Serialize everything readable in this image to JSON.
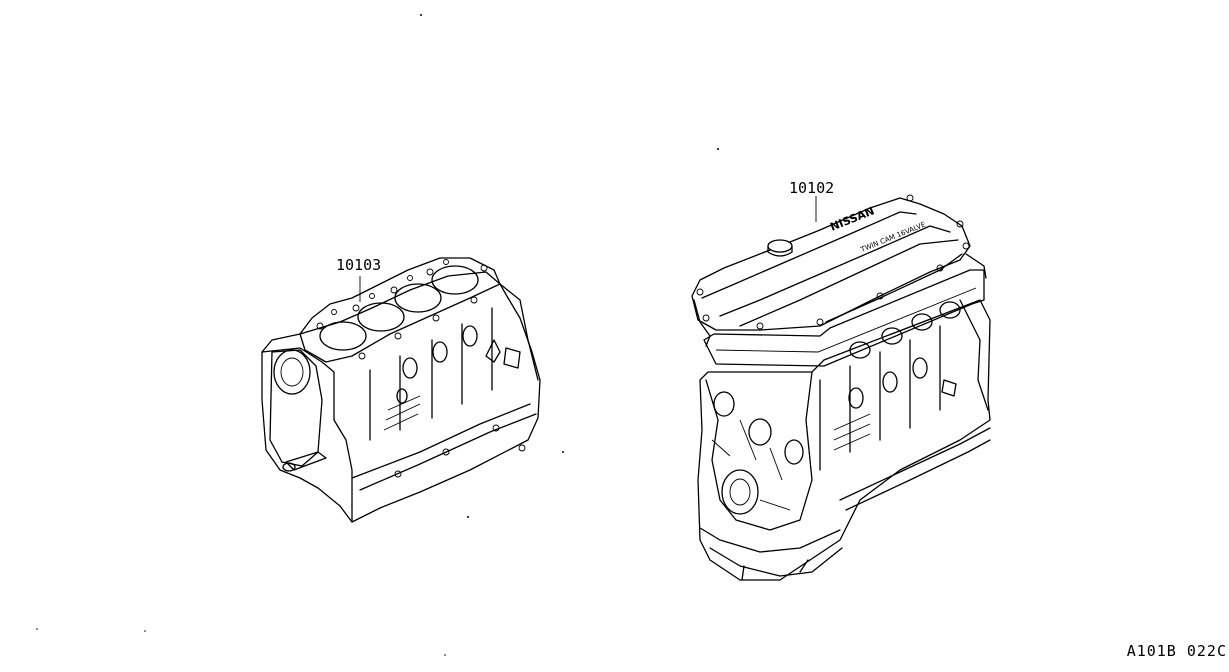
{
  "parts": [
    {
      "id": "short-block",
      "number": "10103"
    },
    {
      "id": "engine-assembly",
      "number": "10102"
    }
  ],
  "figure_code": "A101B 022C",
  "cover_text": {
    "brand": "NISSAN",
    "line": "TWIN CAM 16VALVE"
  }
}
